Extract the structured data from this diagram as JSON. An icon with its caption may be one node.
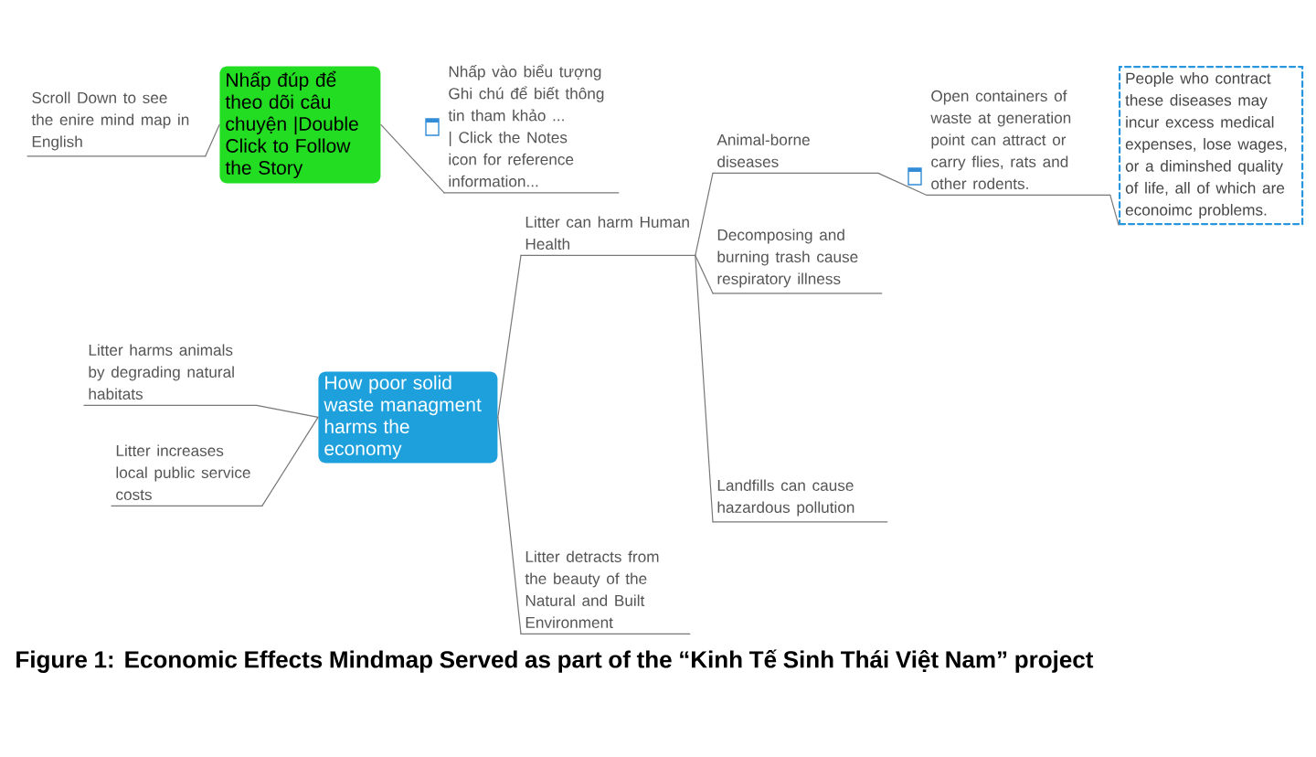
{
  "diagram": {
    "caption": "Figure 1: Economic Effects Mindmap Served as part of the “Kinh Tế Sinh Thái Việt Nam” project",
    "nodes": [
      {
        "text": [
          "Nhấp đúp để theo dõi câu chuyện |Double Click to Follow the Story"
        ]
      },
      {
        "text": [
          "Scroll Down to see the enire mind map in English"
        ]
      },
      {
        "text": [
          "Nhấp vào biểu tượng Ghi chú để biết thông tin tham khảo ... | Click the Notes icon for reference information..."
        ]
      },
      {
        "text": [
          "How poor solid waste managment harms the economy"
        ]
      },
      {
        "text": [
          "Litter harms animals by degrading natural habitats"
        ]
      },
      {
        "text": [
          "Litter increases local public service costs"
        ]
      },
      {
        "text": [
          "Litter can harm Human Health"
        ]
      },
      {
        "text": [
          "Litter detracts from the beauty of the Natural and Built Environment"
        ]
      },
      {
        "text": [
          "Animal-borne diseases"
        ]
      },
      {
        "text": [
          "Open containers of waste at generation point can attract or carry flies, rats and other rodents."
        ]
      },
      {
        "text": [
          "People who contract these diseases may incur excess medical expenses, lose wages, or a diminshed quality of life, all of which are econoimc problems."
        ]
      },
      {
        "text": [
          "Decomposing and burning trash cause respiratory illness"
        ]
      },
      {
        "text": [
          "Landfills can cause hazardous pollution"
        ]
      }
    ],
    "edges": [
      {
        "from": 0,
        "to": 1,
        "arrow": "none"
      },
      {
        "from": 0,
        "to": 2,
        "arrow": "none"
      },
      {
        "from": 3,
        "to": 4,
        "arrow": "none"
      },
      {
        "from": 3,
        "to": 5,
        "arrow": "none"
      },
      {
        "from": 3,
        "to": 6,
        "arrow": "none"
      },
      {
        "from": 3,
        "to": 7,
        "arrow": "none"
      },
      {
        "from": 6,
        "to": 8,
        "arrow": "none"
      },
      {
        "from": 6,
        "to": 11,
        "arrow": "none"
      },
      {
        "from": 6,
        "to": 12,
        "arrow": "none"
      },
      {
        "from": 8,
        "to": 9,
        "arrow": "none"
      },
      {
        "from": 9,
        "to": 10,
        "arrow": "none"
      }
    ]
  }
}
